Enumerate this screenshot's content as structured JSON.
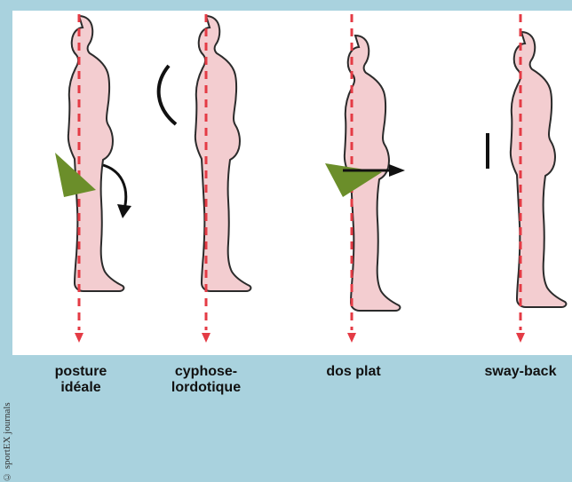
{
  "copyright": "© sportEX journals",
  "postures": [
    {
      "line1": "posture",
      "line2": "idéale"
    },
    {
      "line1": "cyphose-",
      "line2": "lordotique"
    },
    {
      "line1": "dos plat",
      "line2": ""
    },
    {
      "line1": "sway-back",
      "line2": ""
    }
  ],
  "colors": {
    "background": "#a9d2de",
    "body_fill": "#f3cdd0",
    "outline": "#2b2b2b",
    "plumb_line": "#e43b45",
    "pelvis_marker": "#6b8e2a",
    "arrow": "#111111"
  }
}
